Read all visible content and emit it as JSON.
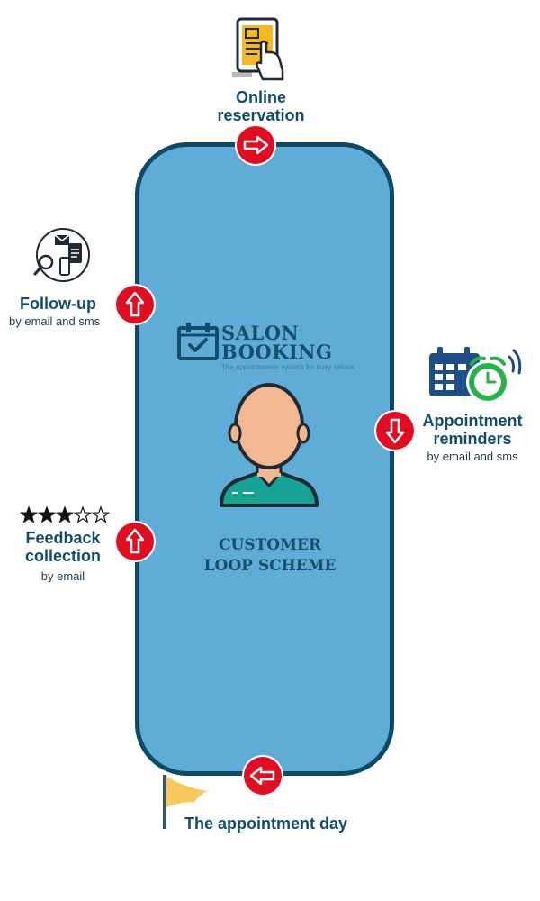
{
  "stages": {
    "online_reservation": {
      "title_line1": "Online",
      "title_line2": "reservation"
    },
    "appointment_reminders": {
      "title_line1": "Appointment",
      "title_line2": "reminders",
      "subtitle": "by email and sms"
    },
    "appointment_day": {
      "title": "The appointment day"
    },
    "feedback_collection": {
      "title_line1": "Feedback",
      "title_line2": "collection",
      "subtitle": "by email"
    },
    "follow_up": {
      "title": "Follow-up",
      "subtitle": "by email and sms"
    }
  },
  "brand": {
    "line1": "SALON",
    "line2": "BOOKING",
    "tagline": "The appointments system for busy salons"
  },
  "center": {
    "line1": "CUSTOMER",
    "line2": "LOOP SCHEME"
  },
  "rating": {
    "filled": 3,
    "total": 5
  },
  "colors": {
    "loop_fill": "#5fadd7",
    "loop_border": "#0c4a66",
    "badge": "#e30d22",
    "text": "#124c6a",
    "flag": "#f8c95d",
    "shirt": "#17a396",
    "skin": "#f2b891"
  },
  "icons": [
    "tablet-touch-icon",
    "calendar-alarm-icon",
    "flag-icon",
    "stars-icon",
    "contact-search-icon",
    "calendar-check-icon",
    "customer-avatar-icon",
    "arrow-right-icon",
    "arrow-down-icon",
    "arrow-left-icon",
    "arrow-up-icon"
  ]
}
